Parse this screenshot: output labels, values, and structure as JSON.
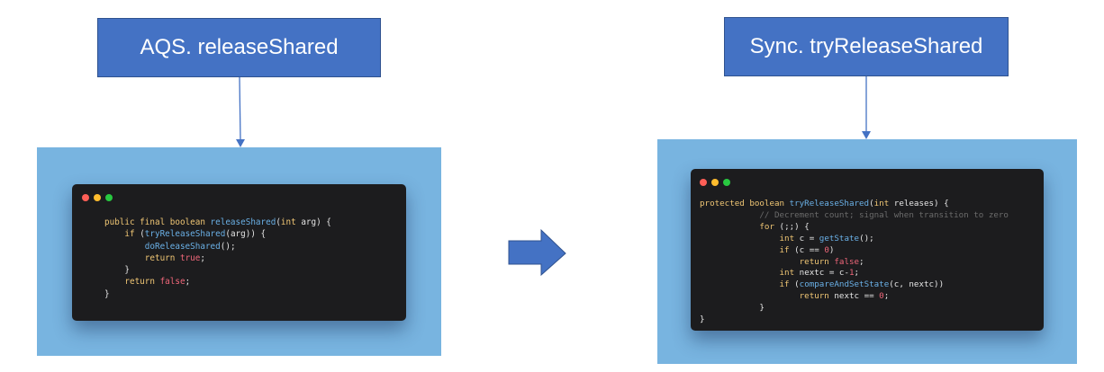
{
  "left": {
    "title": "AQS. releaseShared",
    "code_lines": [
      [
        [
          "kw",
          "public final boolean "
        ],
        [
          "fn",
          "releaseShared"
        ],
        [
          "pl",
          "("
        ],
        [
          "kw",
          "int "
        ],
        [
          "pl",
          "arg) {"
        ]
      ],
      [
        [
          "pl",
          "    "
        ],
        [
          "kw",
          "if "
        ],
        [
          "pl",
          "("
        ],
        [
          "fn",
          "tryReleaseShared"
        ],
        [
          "pl",
          "(arg)) {"
        ]
      ],
      [
        [
          "pl",
          "        "
        ],
        [
          "fn",
          "doReleaseShared"
        ],
        [
          "pl",
          "();"
        ]
      ],
      [
        [
          "pl",
          "        "
        ],
        [
          "kw",
          "return "
        ],
        [
          "bool",
          "true"
        ],
        [
          "pl",
          ";"
        ]
      ],
      [
        [
          "pl",
          "    }"
        ]
      ],
      [
        [
          "pl",
          "    "
        ],
        [
          "kw",
          "return "
        ],
        [
          "bool",
          "false"
        ],
        [
          "pl",
          ";"
        ]
      ],
      [
        [
          "pl",
          "}"
        ]
      ]
    ]
  },
  "right": {
    "title": "Sync. tryReleaseShared",
    "code_lines": [
      [
        [
          "kw",
          "protected boolean "
        ],
        [
          "fn",
          "tryReleaseShared"
        ],
        [
          "pl",
          "("
        ],
        [
          "kw",
          "int "
        ],
        [
          "pl",
          "releases) {"
        ]
      ],
      [
        [
          "pl",
          "            "
        ],
        [
          "cm",
          "// Decrement count; signal when transition to zero"
        ]
      ],
      [
        [
          "pl",
          "            "
        ],
        [
          "kw",
          "for "
        ],
        [
          "pl",
          "(;;) {"
        ]
      ],
      [
        [
          "pl",
          "                "
        ],
        [
          "kw",
          "int "
        ],
        [
          "pl",
          "c = "
        ],
        [
          "fn",
          "getState"
        ],
        [
          "pl",
          "();"
        ]
      ],
      [
        [
          "pl",
          "                "
        ],
        [
          "kw",
          "if "
        ],
        [
          "pl",
          "(c == "
        ],
        [
          "num",
          "0"
        ],
        [
          "pl",
          ")"
        ]
      ],
      [
        [
          "pl",
          "                    "
        ],
        [
          "kw",
          "return "
        ],
        [
          "bool",
          "false"
        ],
        [
          "pl",
          ";"
        ]
      ],
      [
        [
          "pl",
          "                "
        ],
        [
          "kw",
          "int "
        ],
        [
          "pl",
          "nextc = c-"
        ],
        [
          "num",
          "1"
        ],
        [
          "pl",
          ";"
        ]
      ],
      [
        [
          "pl",
          "                "
        ],
        [
          "kw",
          "if "
        ],
        [
          "pl",
          "("
        ],
        [
          "fn",
          "compareAndSetState"
        ],
        [
          "pl",
          "(c, nextc))"
        ]
      ],
      [
        [
          "pl",
          "                    "
        ],
        [
          "kw",
          "return "
        ],
        [
          "pl",
          "nextc == "
        ],
        [
          "num",
          "0"
        ],
        [
          "pl",
          ";"
        ]
      ],
      [
        [
          "pl",
          "            }"
        ]
      ],
      [
        [
          "pl",
          "}"
        ]
      ]
    ]
  },
  "colors": {
    "label_fill": "#4472c4",
    "panel_fill": "#78b4e0",
    "code_bg": "#1c1c1e",
    "connector": "#4472c4"
  },
  "icons": [
    "window-close-dot",
    "window-minimize-dot",
    "window-zoom-dot",
    "block-arrow-right"
  ]
}
